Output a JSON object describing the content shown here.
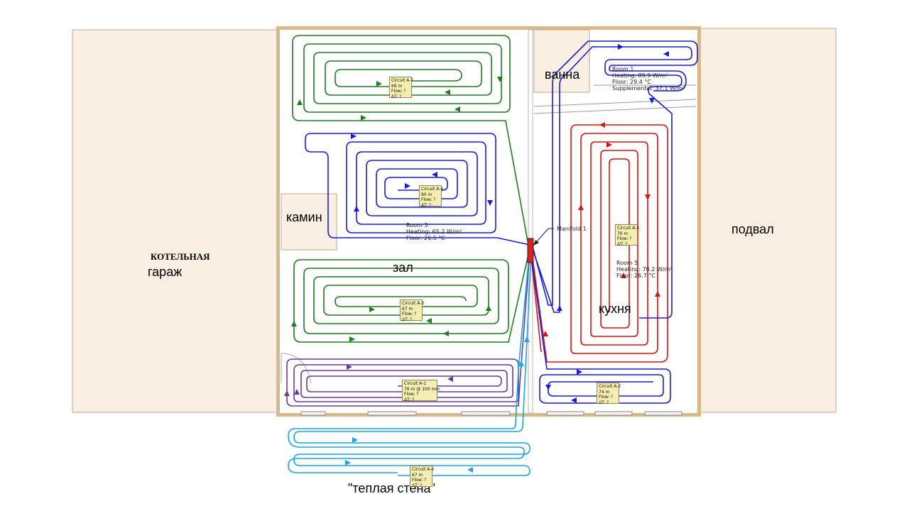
{
  "rooms": {
    "garage_title": "КОТЕЛЬНАЯ",
    "garage": "гараж",
    "basement": "подвал",
    "fireplace": "камин",
    "hall": "зал",
    "bath": "ванна",
    "kitchen": "кухня",
    "warm_wall": "\"теплая стена\""
  },
  "manifold": {
    "label": "Manifold 1",
    "color": "#e02020"
  },
  "room_info": [
    {
      "id": "room1",
      "lines": [
        "Room 1",
        "Heating: 89.9 W/m²",
        "Floor: 29.4 °C",
        "Supplemental: 37.1 W/m²"
      ]
    },
    {
      "id": "room3",
      "lines": [
        "Room 3",
        "Heating: 65.2 W/m²",
        "Floor: 26.5 °C"
      ]
    },
    {
      "id": "room5",
      "lines": [
        "Room 5",
        "Heating: 70.2 W/m²",
        "Floor: 26.7 °C"
      ]
    }
  ],
  "circuits": [
    {
      "id": "A-7",
      "lines": [
        "Circuit A-7",
        "66 m",
        "Flow: ?",
        "ΔT: ?"
      ],
      "color": "#1e7d1e"
    },
    {
      "id": "A-4",
      "lines": [
        "Circuit A-4",
        "80 m",
        "Flow: ?",
        "ΔT: ?"
      ],
      "color": "#1a1adb"
    },
    {
      "id": "A-3",
      "lines": [
        "Circuit A-3",
        "67 m",
        "Flow: ?",
        "ΔT: ?"
      ],
      "color": "#1e7d1e"
    },
    {
      "id": "A-1",
      "lines": [
        "Circuit A-1",
        "76 m @ 100 mm",
        "Flow: ?",
        "ΔT: ?"
      ],
      "color": "#6a3a9a"
    },
    {
      "id": "A-6",
      "lines": [
        "Circuit A-6",
        "67 m",
        "Flow: ?",
        "ΔT: ?"
      ],
      "color": "#1aa6e0"
    },
    {
      "id": "A-5",
      "lines": [
        "Circuit A-5",
        "76 m",
        "Flow: ?",
        "ΔT: ?"
      ],
      "color": "#e01010"
    },
    {
      "id": "A-2",
      "lines": [
        "Circuit A-2",
        "74 m",
        "Flow: ?",
        "ΔT: ?"
      ],
      "color": "#1a1adb"
    }
  ],
  "colors": {
    "wall": "#d8b98a",
    "outside": "#faefe3",
    "floor": "#ffffff",
    "green": "#1e7d1e",
    "blue": "#1a1adb",
    "red": "#e01010",
    "purple": "#6a3a9a",
    "cyan": "#1aa6e0"
  }
}
